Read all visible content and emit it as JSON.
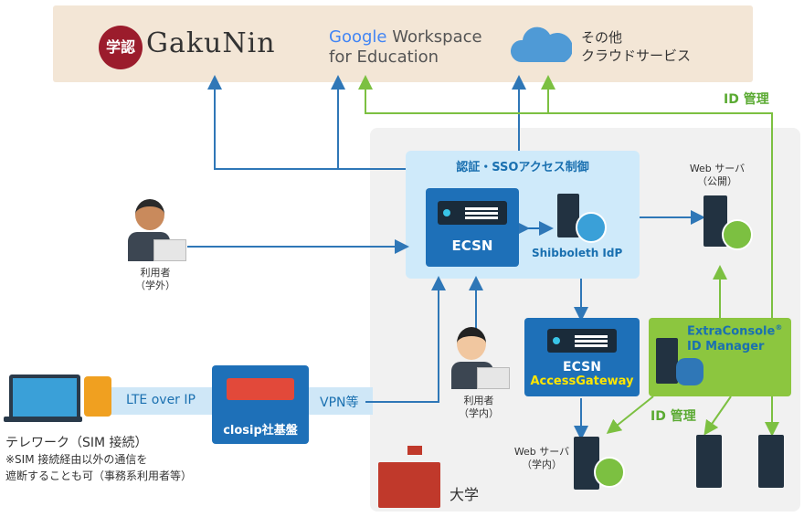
{
  "services": {
    "gakunin_logo": "学認",
    "gakunin": "GakuNin",
    "google_word": "Google",
    "google_workspace": "Workspace",
    "google_edu": "for Education",
    "other_line1": "その他",
    "other_line2": "クラウドサービス"
  },
  "id_mgmt_top": "ID 管理",
  "id_mgmt_bottom": "ID 管理",
  "sso_title": "認証・SSOアクセス制御",
  "ecsn": "ECSN",
  "shibboleth": "Shibboleth IdP",
  "web_public_1": "Web サーバ",
  "web_public_2": "（公開）",
  "user_out_1": "利用者",
  "user_out_2": "（学外）",
  "user_in_1": "利用者",
  "user_in_2": "（学内）",
  "ecsn_ag_1": "ECSN",
  "ecsn_ag_2": "AccessGateway",
  "extraconsole_1": "ExtraConsole",
  "extraconsole_reg": "®",
  "extraconsole_2": "ID Manager",
  "lte": "LTE over IP",
  "vpn": "VPN等",
  "closip": "closip社基盤",
  "telework": "テレワーク（SIM 接続）",
  "telework_note_1": "※SIM 接続経由以外の通信を",
  "telework_note_2": "遮断することも可（事務系利用者等）",
  "web_internal_1": "Web サーバ",
  "web_internal_2": "（学内）",
  "university": "大学",
  "colors": {
    "blue": "#2f77b7",
    "green": "#7cc041",
    "dark_blue": "#1e70b8",
    "light_blue": "#cfeafa"
  }
}
